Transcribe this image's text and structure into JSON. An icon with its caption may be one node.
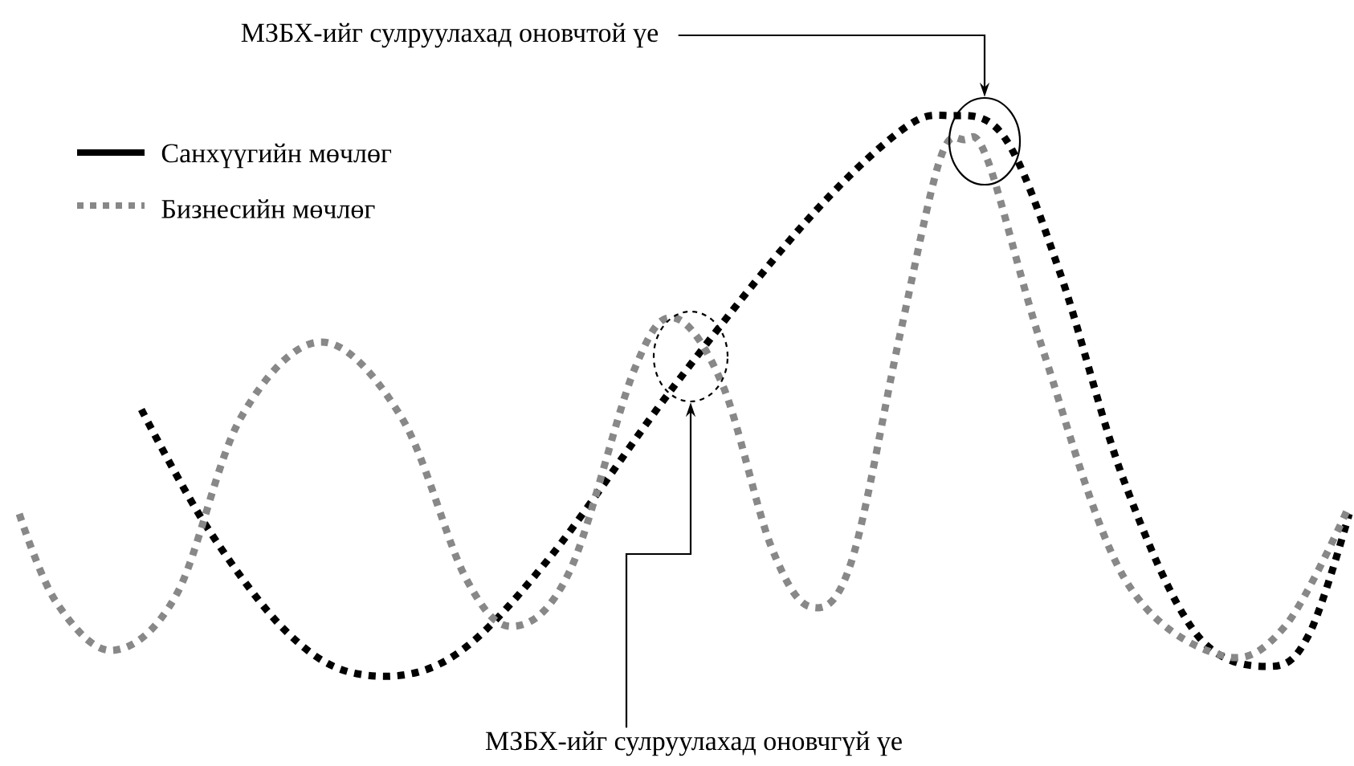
{
  "diagram": {
    "nodes": [
      {
        "text": [
          "МЗБХ-ийг сулруулахад оновчтой үе"
        ]
      },
      {
        "text": [],
        "shape": "circle"
      },
      {
        "text": [
          "МЗБХ-ийг сулруулахад оновчгүй үе"
        ]
      },
      {
        "text": [],
        "shape": "circle"
      }
    ],
    "edges": [
      {
        "from": 0,
        "to": 1,
        "arrow": "to"
      },
      {
        "from": 2,
        "to": 3,
        "arrow": "to"
      }
    ],
    "legend": [
      {
        "text": "Санхүүгийн мөчлөг"
      },
      {
        "text": "Бизнесийн мөчлөг"
      }
    ]
  }
}
